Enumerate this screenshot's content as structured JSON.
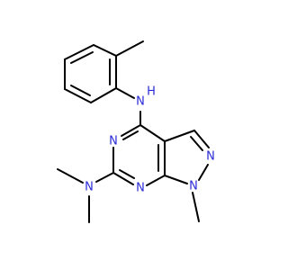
{
  "molecule": {
    "colors": {
      "bond": "#000000",
      "nitrogen": "#2b2bd6",
      "background": "#ffffff"
    },
    "labels": {
      "nh": "N",
      "nh_h": "H",
      "n_ring3": "N",
      "n_ring1": "N",
      "n_pyrazole2": "N",
      "n_pyrazole1": "N",
      "n_dimethyl": "N"
    }
  }
}
